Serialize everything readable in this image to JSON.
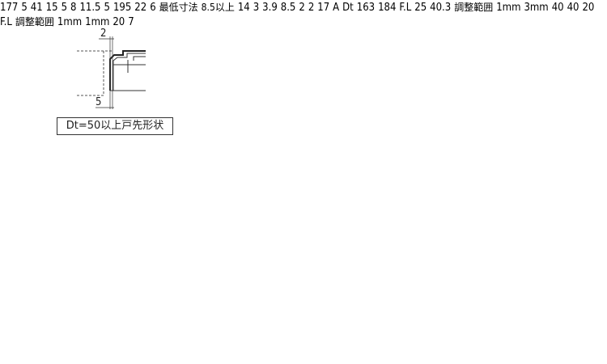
{
  "note_box": "Dt=50以上戸先形状",
  "top_detail": {
    "dim_top": "2",
    "dim_bottom": "5"
  },
  "plan_view": {
    "dim_177": "177",
    "dim_5a": "5",
    "dim_41": "41",
    "dim_15": "15",
    "dim_5b": "5",
    "dim_8": "8",
    "dim_11_5": "11.5",
    "dim_5c": "5",
    "dim_195": "195",
    "dim_22": "22",
    "dim_6": "6",
    "note_min": "最低寸法",
    "note_min_value": "8.5以上"
  },
  "side_view_left": {
    "dim_14": "14",
    "dim_3": "3",
    "dim_3_9": "3.9",
    "dim_8_5": "8.5",
    "dim_2a": "2",
    "dim_2b": "2",
    "dim_17": "17",
    "dim_A": "A",
    "dim_Dt": "Dt",
    "dim_163": "163",
    "dim_184": "184",
    "floor_label": "F.L"
  },
  "front_view": {
    "dim_25": "25",
    "dim_40_3": "40.3",
    "adjust_label": "調整範囲",
    "adjust_left": "1mm",
    "adjust_right": "3mm",
    "dim_40a": "40",
    "dim_40b": "40",
    "dim_20": "20",
    "floor_label": "F.L"
  },
  "side_view_right": {
    "adjust_label": "調整範囲",
    "adjust_left": "1mm",
    "adjust_right": "1mm",
    "dim_20": "20",
    "dim_7": "7"
  }
}
